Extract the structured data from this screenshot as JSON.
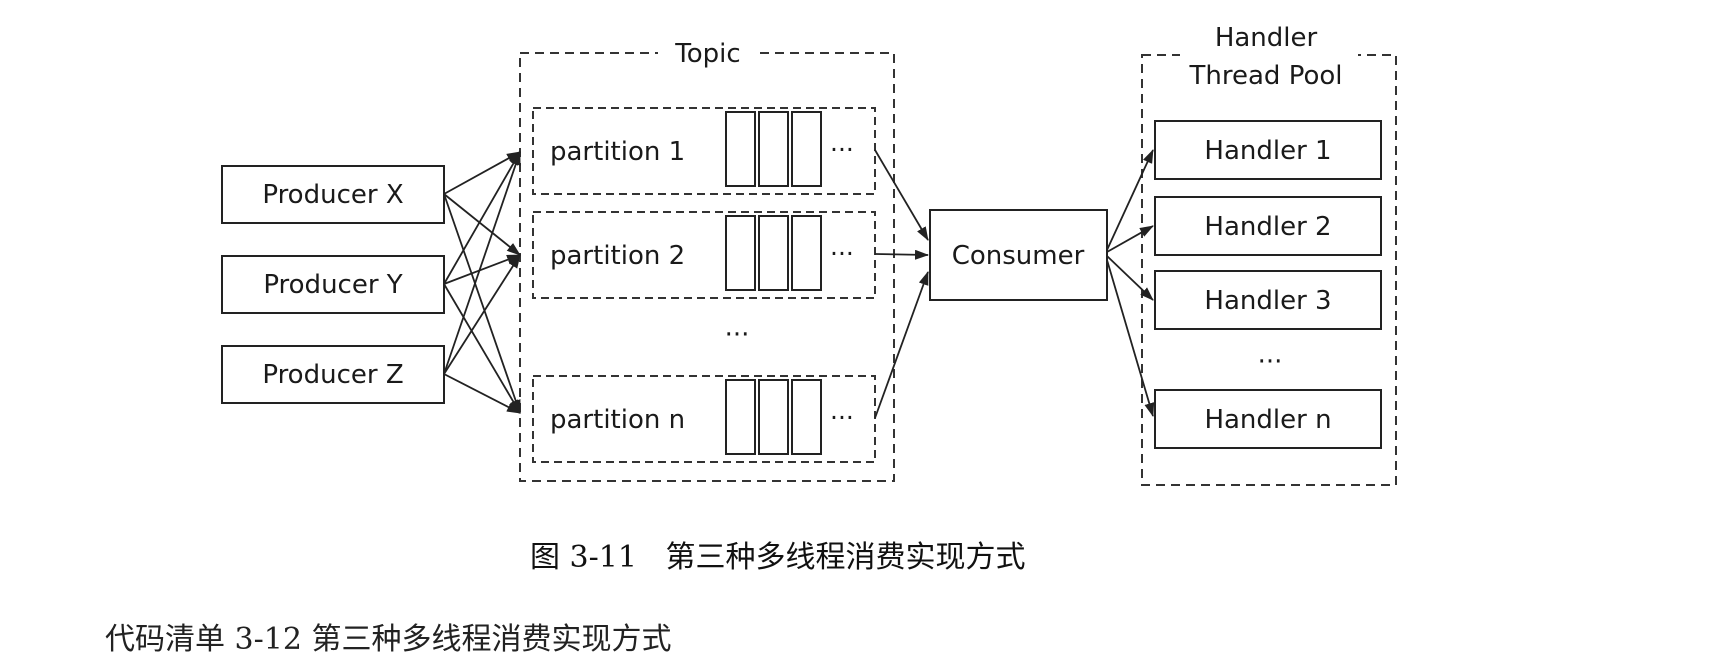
{
  "topic": {
    "label": "Topic"
  },
  "producers": [
    {
      "label": "Producer X"
    },
    {
      "label": "Producer Y"
    },
    {
      "label": "Producer Z"
    }
  ],
  "partitions": [
    {
      "label": "partition 1",
      "more": "···"
    },
    {
      "label": "partition 2",
      "more": "···"
    },
    {
      "label": "partition n",
      "more": "···"
    }
  ],
  "partition_gap": "···",
  "consumer": {
    "label": "Consumer"
  },
  "pool": {
    "title_line1": "Handler",
    "title_line2": "Thread Pool",
    "handlers": [
      {
        "label": "Handler 1"
      },
      {
        "label": "Handler 2"
      },
      {
        "label": "Handler 3"
      },
      {
        "label": "Handler n"
      }
    ],
    "gap": "···"
  },
  "caption": "图 3-11   第三种多线程消费实现方式",
  "footer": "代码清单 3-12 第三种多线程消费实现方式"
}
